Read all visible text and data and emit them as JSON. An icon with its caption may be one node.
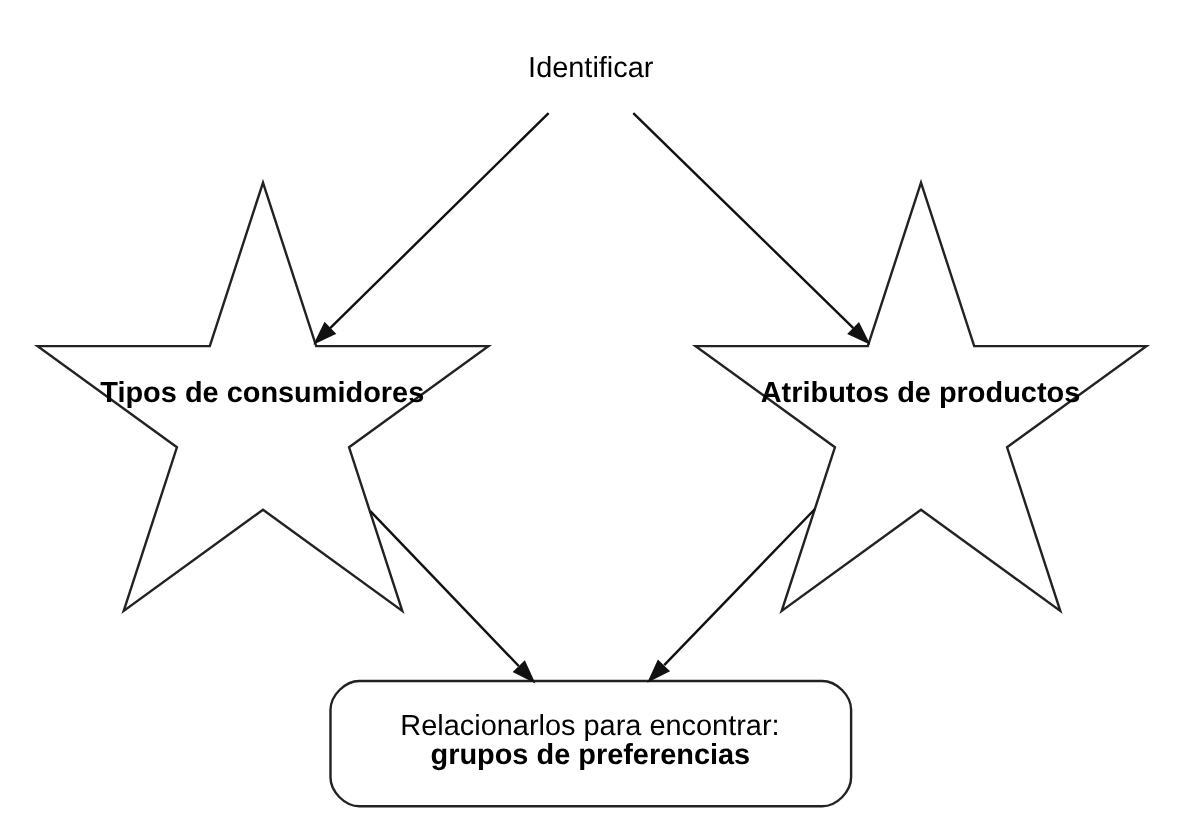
{
  "diagram": {
    "nodes": [
      {
        "text": [
          "Identificar"
        ]
      },
      {
        "text": [
          "Tipos de consumidores"
        ]
      },
      {
        "text": [
          "Atributos de productos"
        ]
      },
      {
        "text": [
          "Relacionarlos para encontrar:",
          "grupos de preferencias"
        ]
      }
    ],
    "edges": [
      {
        "from": 0,
        "to": 1,
        "arrow": "to"
      },
      {
        "from": 0,
        "to": 2,
        "arrow": "to"
      },
      {
        "from": 1,
        "to": 3,
        "arrow": "to"
      },
      {
        "from": 2,
        "to": 3,
        "arrow": "to"
      }
    ]
  }
}
